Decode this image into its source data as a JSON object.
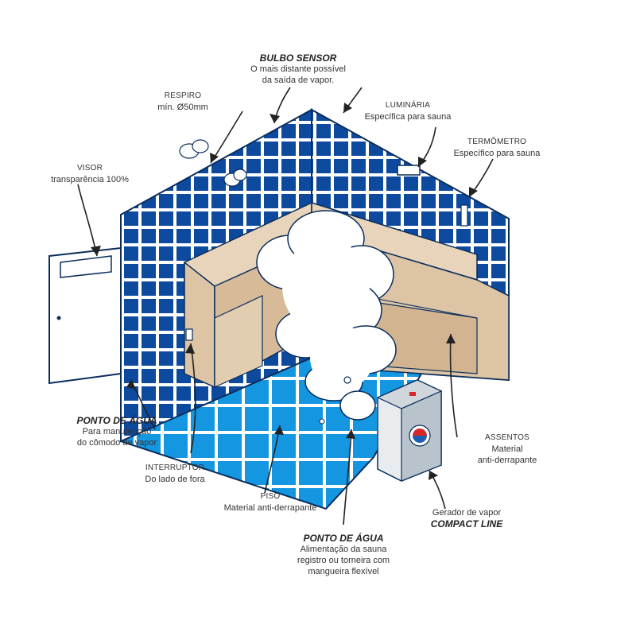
{
  "colors": {
    "tile_blue": "#0d4a9e",
    "floor_blue": "#1596e0",
    "bench_tan": "#dcc4a5",
    "outline": "#0a2d5c",
    "text": "#333333"
  },
  "labels": {
    "bulbo": {
      "title": "BULBO SENSOR",
      "line1": "O mais distante possível",
      "line2": "da saída de vapor."
    },
    "respiro": {
      "title": "RESPIRO",
      "line1": "mín. Ø50mm"
    },
    "luminaria": {
      "title": "LUMINÁRIA",
      "line1": "Específica para sauna"
    },
    "termometro": {
      "title": "TERMÔMETRO",
      "line1": "Específico para sauna"
    },
    "visor": {
      "title": "VISOR",
      "line1": "transparência 100%"
    },
    "ponto_agua_1": {
      "title": "PONTO DE ÁGUA",
      "line1": "Para manutenção",
      "line2": "do cômodo de vapor"
    },
    "interruptor": {
      "title": "INTERRUPTOR",
      "line1": "Do lado de fora"
    },
    "piso": {
      "title": "PISO",
      "line1": "Material anti-derrapante"
    },
    "assentos": {
      "title": "ASSENTOS",
      "line1": "Material",
      "line2": "anti-derrapante"
    },
    "gerador": {
      "line1": "Gerador de vapor",
      "title": "COMPACT LINE"
    },
    "ponto_agua_2": {
      "title": "PONTO DE ÁGUA",
      "line1": "Alimentação da sauna",
      "line2": "registro ou torneira com",
      "line3": "mangueira flexível"
    }
  }
}
